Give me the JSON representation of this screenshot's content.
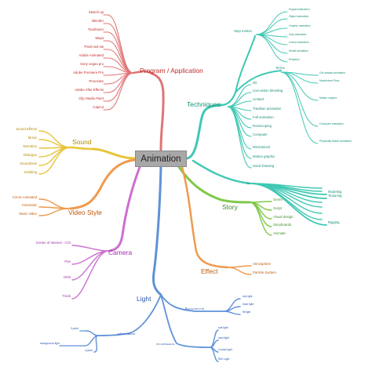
{
  "center": "Animation",
  "colors": {
    "program": "#e07575",
    "techniques": "#3fc8b4",
    "sound": "#e8c43a",
    "story": "#7fc849",
    "video": "#ef9a4d",
    "camera": "#cc6fd0",
    "effect": "#ef9a4d",
    "light": "#5f92d6",
    "text_program": "#c02a2a",
    "text_tech": "#1a8f78",
    "text_story": "#3e8f2a",
    "text_video": "#c05a0a",
    "text_camera": "#a030a8",
    "text_effect": "#c05a0a",
    "text_light": "#2a55b0",
    "text_sound": "#b58a00"
  },
  "program": {
    "label": "Program / Application",
    "items": [
      "Sketch up",
      "Blender",
      "Toonboom",
      "Maya",
      "Paint tool sai",
      "Adobe Animated",
      "Sony vegas pro",
      "Adobe Premiere Pro",
      "Procreate",
      "Adobe After Effects",
      "Clip Studio Paint",
      "Capcut"
    ]
  },
  "techniques": {
    "label": "Techniques",
    "stop_motion": {
      "label": "Stop motion",
      "items": [
        "Puppet Animation",
        "Object animation",
        "Graphic animation",
        "Clay animation",
        "Cutout animation",
        "Model animation",
        "Pixilation"
      ]
    },
    "terms": {
      "label": "Terms",
      "items": [
        "Cel-shaded animation",
        "Machinima Films",
        "Motion capture",
        "Computer animation",
        "Physically based animation"
      ]
    },
    "items": [
      "2D",
      "Live-action blending",
      "Limited",
      "Tradition animation",
      "Full animation",
      "Rotoscoping",
      "Computer",
      "Mechanical",
      "Motion graphic",
      "Hand Drawing"
    ],
    "three_d": {
      "label": "3D",
      "items": [
        "Modeling",
        "Texturing",
        "Rigging"
      ]
    }
  },
  "sound": {
    "label": "Sound",
    "items": [
      "Sound Effects",
      "Music",
      "Narration",
      "Dialogue",
      "Soundtrack",
      "Dubbing"
    ]
  },
  "story": {
    "label": "Story",
    "items": [
      "Genre",
      "Script",
      "Visual design",
      "Storyboards",
      "Animatic"
    ]
  },
  "video": {
    "label": "Video Style",
    "items": [
      "Comic Animated",
      "Cinematic",
      "Music video"
    ]
  },
  "camera": {
    "label": "Camera",
    "items": [
      "Center of Interest : COI",
      "Pan",
      "Orbit",
      "Track"
    ]
  },
  "effect": {
    "label": "Effect",
    "items": [
      "Atmosphere",
      "Particle System"
    ]
  },
  "light": {
    "label": "Light",
    "group1": {
      "label": "สีและบรรยากาศ",
      "items": [
        "key light",
        "back light",
        "fill light"
      ]
    },
    "group2": {
      "label": "ประเภทของแสง",
      "items": [
        "soft light",
        "hard light",
        "Cookie light",
        "Rim Light"
      ]
    },
    "group3": {
      "label": "หลักการจัดแสง",
      "items": [
        "3 point",
        "background light",
        "4 point"
      ]
    }
  }
}
